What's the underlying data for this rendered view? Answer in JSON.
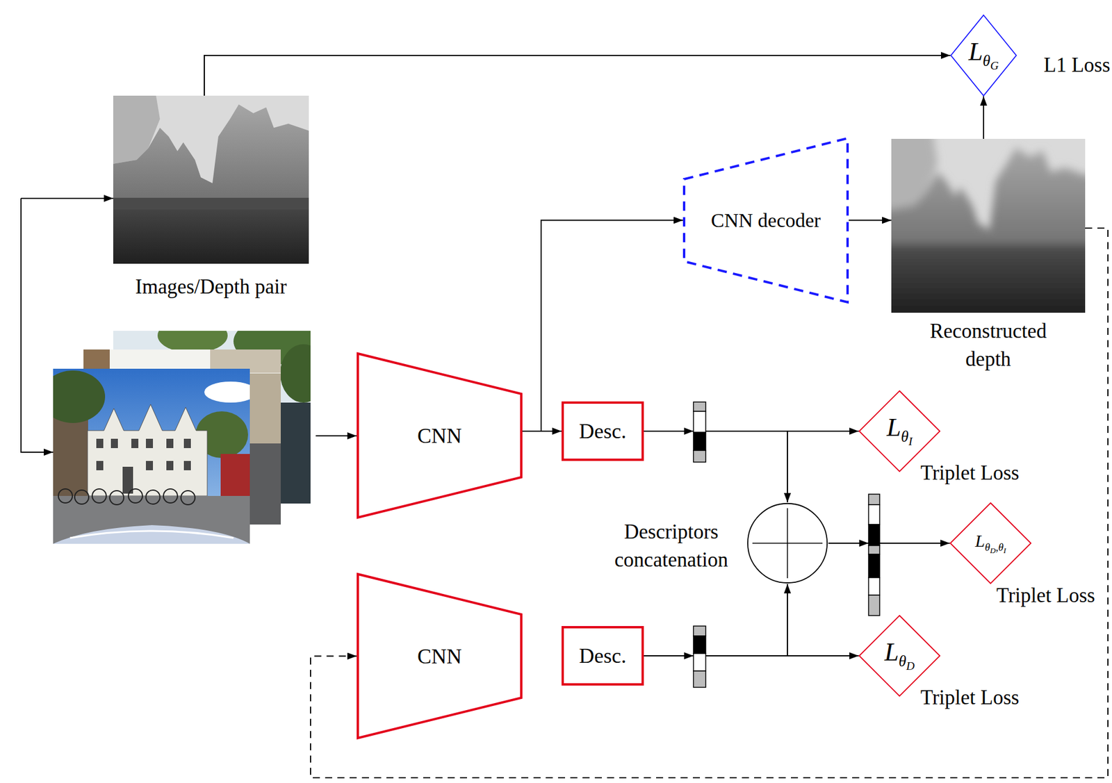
{
  "diagram": {
    "nodes": [
      {
        "text": [
          "Images/Depth pair"
        ]
      },
      {
        "text": [
          "CNN"
        ]
      },
      {
        "text": [
          "Desc."
        ]
      },
      {
        "text": [
          "CNN decoder"
        ]
      },
      {
        "text": [
          "Reconstructed depth"
        ]
      },
      {
        "text": [
          "LθG",
          "L1 Loss"
        ]
      },
      {
        "text": [
          "LθI",
          "Triplet Loss"
        ]
      },
      {
        "text": [
          "Descriptors concatenation"
        ]
      },
      {
        "text": [
          "LθD,θI",
          "Triplet Loss"
        ]
      },
      {
        "text": [
          "CNN"
        ]
      },
      {
        "text": [
          "Desc."
        ]
      },
      {
        "text": [
          "LθD",
          "Triplet Loss"
        ]
      }
    ],
    "edges": [
      {
        "from": 1,
        "to": 2,
        "arrow": "to"
      },
      {
        "from": 1,
        "to": 3,
        "arrow": "to"
      },
      {
        "from": 3,
        "to": 4,
        "arrow": "to"
      },
      {
        "from": 4,
        "to": 5,
        "arrow": "to"
      },
      {
        "from": 0,
        "to": 5,
        "arrow": "to"
      },
      {
        "from": 2,
        "to": 6,
        "arrow": "to"
      },
      {
        "from": 2,
        "to": 7,
        "arrow": "to"
      },
      {
        "from": 7,
        "to": 8,
        "arrow": "to"
      },
      {
        "from": 10,
        "to": 11,
        "arrow": "to"
      },
      {
        "from": 10,
        "to": 7,
        "arrow": "to"
      },
      {
        "from": 4,
        "to": 9,
        "arrow": "to"
      }
    ]
  }
}
